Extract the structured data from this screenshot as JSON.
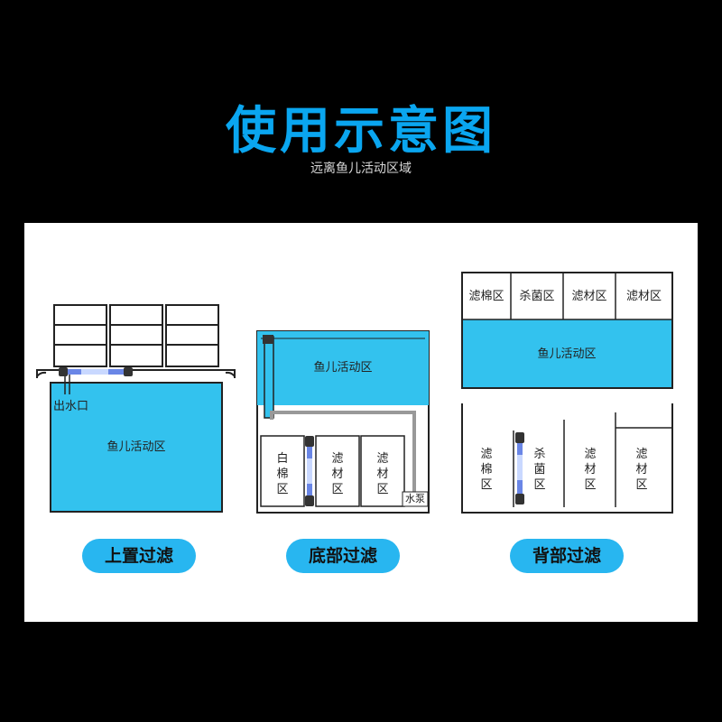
{
  "header": {
    "title": "使用示意图",
    "subtitle": "远离鱼儿活动区域"
  },
  "diagrams": {
    "top_filter": {
      "outlet_label": "出水口",
      "fish_area_label": "鱼儿活动区",
      "caption": "上置过滤"
    },
    "bottom_filter": {
      "fish_area_label": "鱼儿活动区",
      "cotton_zone_label": "白\n棉\n区",
      "media_zone_1_label": "滤\n材\n区",
      "media_zone_2_label": "滤\n材\n区",
      "pump_label": "水泵",
      "caption": "底部过滤"
    },
    "back_filter": {
      "top_zones": [
        "滤棉区",
        "杀菌区",
        "滤材区",
        "滤材区"
      ],
      "fish_area_label": "鱼儿活动区",
      "side_zones": [
        "滤\n棉\n区",
        "杀\n菌\n区",
        "滤\n材\n区",
        "滤\n材\n区"
      ],
      "caption": "背部过滤"
    }
  },
  "colors": {
    "accent_blue": "#0aa6f0",
    "water_blue": "#33c2ee",
    "uv_lamp_blue": "#5a7de0"
  },
  "icons": {
    "uv_lamp": "uv-lamp-icon"
  }
}
